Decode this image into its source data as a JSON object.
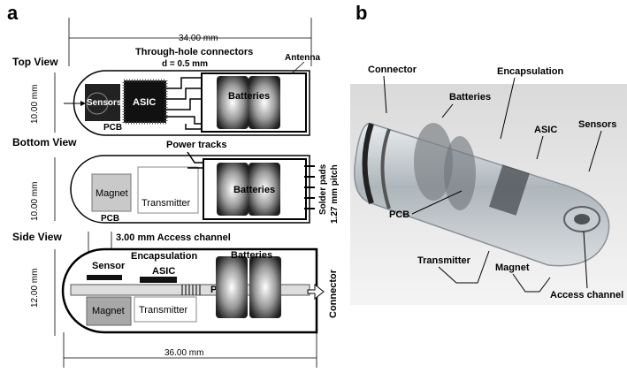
{
  "panel_a": {
    "label": "a",
    "dim_top_length": "34.00 mm",
    "through_hole": "Through-hole connectors",
    "through_hole_d": "d = 0.5 mm",
    "antenna": "Antenna",
    "top_view": "Top View",
    "top_height": "10.00 mm",
    "sensors": "Sensors",
    "asic": "ASIC",
    "batteries": "Batteries",
    "pcb": "PCB",
    "power_tracks": "Power tracks",
    "bottom_view": "Bottom View",
    "bottom_height": "10.00 mm",
    "magnet": "Magnet",
    "transmitter": "Transmitter",
    "solder_pads": "Solder pads",
    "solder_pitch": "1.27 mm pitch",
    "access_channel": "3.00 mm Access channel",
    "side_view": "Side View",
    "side_height": "12.00 mm",
    "sensor": "Sensor",
    "encapsulation": "Encapsulation",
    "connector": "Connector",
    "dim_bottom_length": "36.00 mm"
  },
  "panel_b": {
    "label": "b",
    "connector": "Connector",
    "encapsulation": "Encapsulation",
    "batteries": "Batteries",
    "asic": "ASIC",
    "sensors": "Sensors",
    "pcb": "PCB",
    "transmitter": "Transmitter",
    "magnet": "Magnet",
    "access_channel": "Access channel"
  }
}
